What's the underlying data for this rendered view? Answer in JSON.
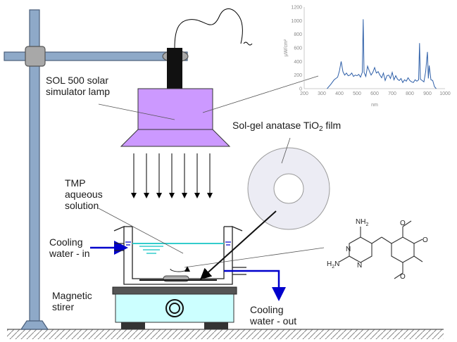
{
  "labels": {
    "lamp_line1": "SOL 500 solar",
    "lamp_line2": "simulator lamp",
    "film_text": "Sol-gel anatase TiO",
    "film_sub": "2",
    "film_tail": " film",
    "tmp_line1": "TMP",
    "tmp_line2": "aqueous",
    "tmp_line3": "solution",
    "cooling_in_line1": "Cooling",
    "cooling_in_line2": "water - in",
    "stirer_line1": "Magnetic",
    "stirer_line2": "stirer",
    "cooling_out_line1": "Cooling",
    "cooling_out_line2": "water - out",
    "molecule_nh2_top": "NH",
    "molecule_nh2_top_sub": "2",
    "molecule_h2n": "H",
    "molecule_h2n_sub": "2",
    "molecule_h2n_tail": "N",
    "molecule_o1": "O",
    "molecule_o2": "O",
    "molecule_o3": "O",
    "molecule_n1": "N",
    "molecule_n2": "N"
  },
  "colors": {
    "lamp": "#cc99ff",
    "water_line": "#33cccc",
    "flow_arrow": "#0000cc",
    "stirer_body": "#ccffff",
    "stand": "#8ea9c8",
    "spectrum_line": "#2e5fa8"
  },
  "chart_data": {
    "type": "line",
    "xlabel": "nm",
    "ylabel": "µW/cm²",
    "xlim": [
      200,
      1000
    ],
    "ylim": [
      0,
      1200
    ],
    "x_ticks": [
      200,
      300,
      400,
      500,
      600,
      700,
      800,
      900,
      1000
    ],
    "y_ticks": [
      0,
      200,
      400,
      600,
      800,
      1000,
      1200
    ],
    "grid": false,
    "series": [
      {
        "x": [
          330,
          350,
          370,
          390,
          400,
          410,
          420,
          430,
          440,
          450,
          460,
          470,
          480,
          490,
          500,
          510,
          520,
          530,
          535,
          540,
          550,
          560,
          570,
          580,
          590,
          600,
          610,
          620,
          630,
          640,
          650,
          660,
          670,
          680,
          690,
          700,
          710,
          720,
          730,
          740,
          750,
          760,
          770,
          780,
          790,
          800,
          810,
          820,
          830,
          840,
          850,
          855,
          860,
          870,
          880,
          890,
          900,
          905,
          910,
          920,
          930,
          940,
          950
        ],
        "y": [
          0,
          60,
          130,
          170,
          260,
          400,
          250,
          200,
          230,
          190,
          200,
          230,
          180,
          200,
          190,
          210,
          170,
          240,
          1020,
          240,
          180,
          330,
          260,
          200,
          240,
          310,
          230,
          250,
          200,
          160,
          230,
          120,
          190,
          200,
          150,
          240,
          130,
          190,
          140,
          120,
          150,
          90,
          130,
          110,
          160,
          120,
          100,
          90,
          130,
          110,
          130,
          670,
          140,
          120,
          100,
          250,
          540,
          150,
          340,
          130,
          120,
          30,
          0
        ]
      }
    ]
  }
}
